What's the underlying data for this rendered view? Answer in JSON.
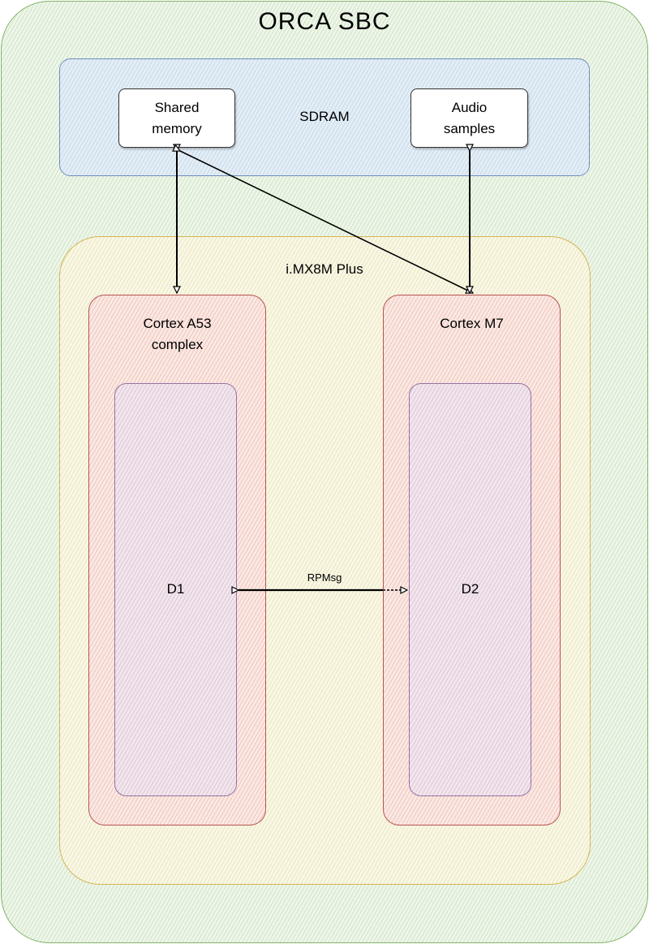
{
  "diagram": {
    "title": "ORCA SBC",
    "sdram": {
      "label": "SDRAM",
      "regions": [
        {
          "name": "shared-memory",
          "label_lines": [
            "Shared",
            "memory"
          ]
        },
        {
          "name": "audio-samples",
          "label_lines": [
            "Audio",
            "samples"
          ]
        }
      ]
    },
    "soc": {
      "label": "i.MX8M Plus",
      "cores": [
        {
          "label_lines": [
            "Cortex A53",
            "complex"
          ],
          "domain": "D1"
        },
        {
          "label_lines": [
            "Cortex M7"
          ],
          "domain": "D2"
        }
      ]
    },
    "connections": [
      {
        "from": "Shared memory",
        "to": "Cortex A53 complex",
        "style": "bidirectional"
      },
      {
        "from": "Shared memory",
        "to": "Cortex M7",
        "style": "bidirectional"
      },
      {
        "from": "Audio samples",
        "to": "Cortex M7",
        "style": "bidirectional"
      },
      {
        "from": "D1",
        "to": "D2",
        "label": "RPMsg",
        "style": "bidirectional"
      }
    ],
    "colors": {
      "board_stroke": "#82b366",
      "sdram_stroke": "#6c8ebf",
      "soc_stroke": "#d6b656",
      "core_stroke": "#b85450",
      "domain_stroke": "#9673a6"
    }
  }
}
